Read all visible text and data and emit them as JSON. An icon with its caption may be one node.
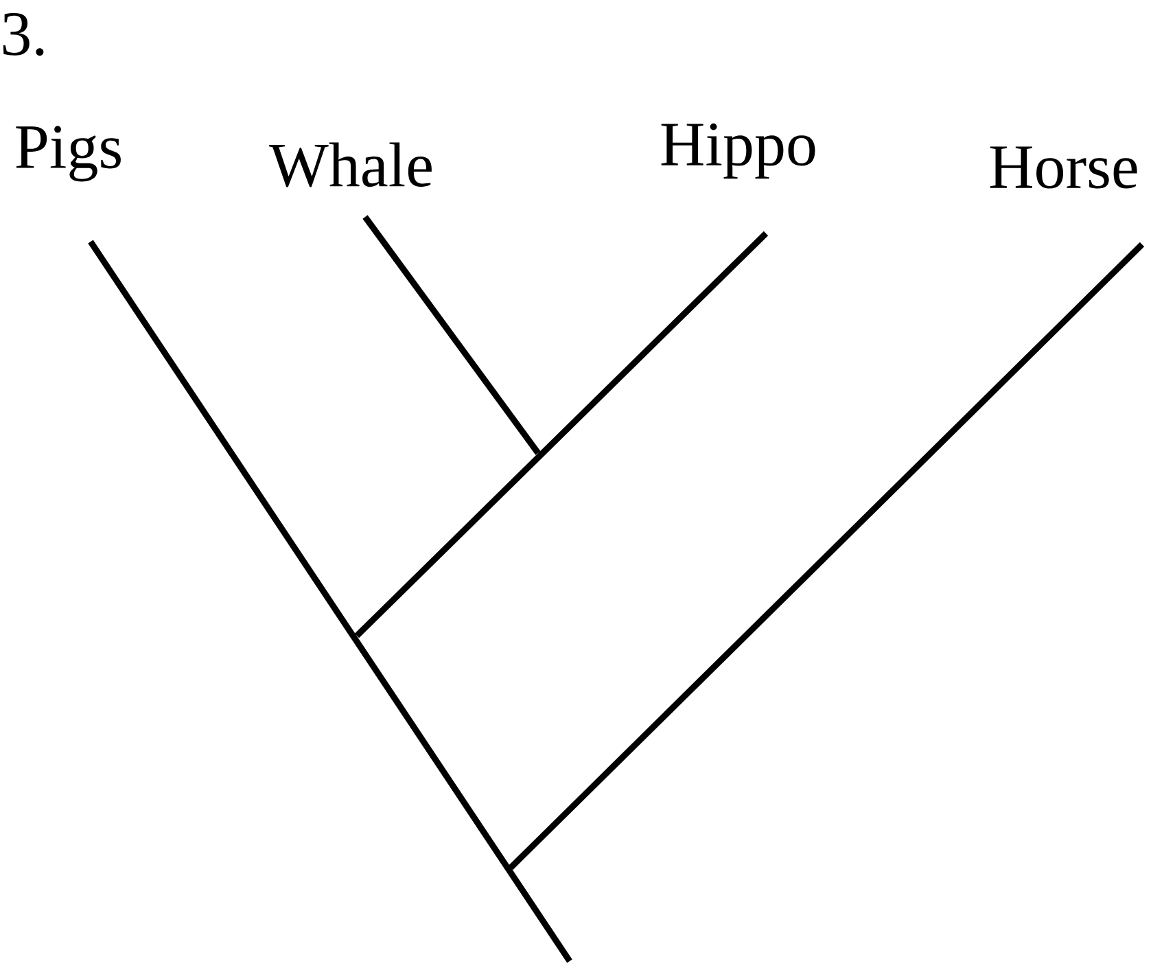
{
  "diagram": {
    "title": "3.",
    "labels": [
      "Pigs",
      "Whale",
      "Hippo",
      "Horse"
    ]
  }
}
